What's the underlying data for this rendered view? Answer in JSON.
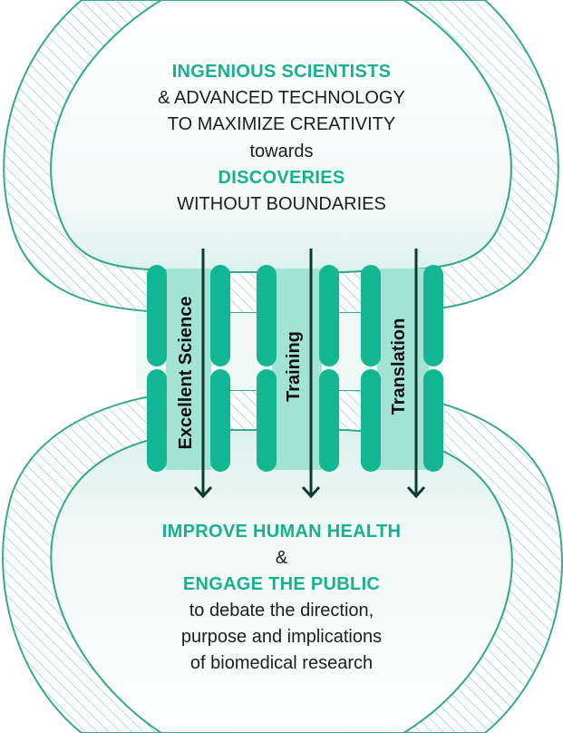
{
  "top": {
    "line1": "INGENIOUS SCIENTISTS",
    "line2": "& ADVANCED TECHNOLOGY",
    "line3": "TO MAXIMIZE CREATIVITY",
    "line4": "towards",
    "line5": "DISCOVERIES",
    "line6": "WITHOUT BOUNDARIES"
  },
  "pillars": [
    {
      "label": "Excellent Science"
    },
    {
      "label": "Training"
    },
    {
      "label": "Translation"
    }
  ],
  "bottom": {
    "line1": "IMPROVE HUMAN HEALTH",
    "line2": "&",
    "line3": "ENGAGE THE PUBLIC",
    "line4": "to debate the direction,",
    "line5": "purpose and implications",
    "line6": "of biomedical research"
  },
  "colors": {
    "accent": "#19b08f",
    "outline": "#3aa88e",
    "fill": "#e8f5f2",
    "arrow": "#0f3a30",
    "text": "#1e1e1e"
  }
}
